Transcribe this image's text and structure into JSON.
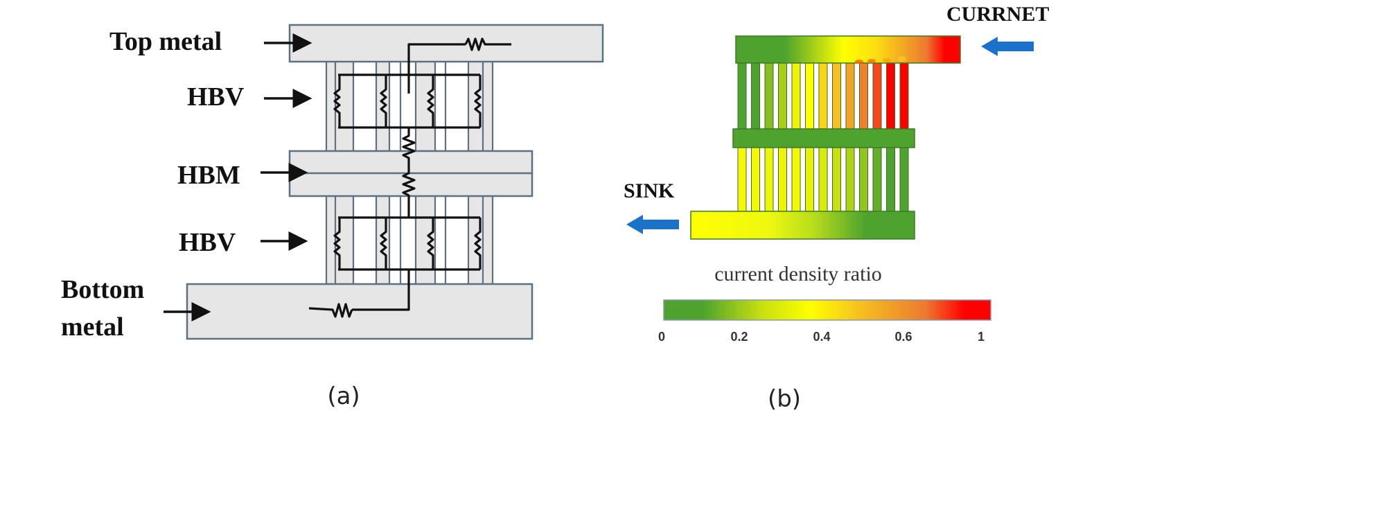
{
  "panel_a": {
    "caption": "(a)",
    "labels": {
      "top_metal": "Top metal",
      "hbv_upper": "HBV",
      "hbm": "HBM",
      "hbv_lower": "HBV",
      "bottom_metal_line1": "Bottom",
      "bottom_metal_line2": "metal"
    }
  },
  "panel_b": {
    "caption": "(b)",
    "source_label": "CURRNET",
    "sink_label": "SINK",
    "arrow_color": "#1a73c8",
    "colorbar": {
      "title": "current density ratio",
      "ticks": [
        "0",
        "0.2",
        "0.4",
        "0.6",
        "1"
      ],
      "tick_values": [
        0,
        0.2,
        0.4,
        0.6,
        1
      ],
      "stops": [
        {
          "value": 0.0,
          "color": "#4ea32e"
        },
        {
          "value": 0.12,
          "color": "#4ea32e"
        },
        {
          "value": 0.3,
          "color": "#c8e010"
        },
        {
          "value": 0.45,
          "color": "#ffff00"
        },
        {
          "value": 0.6,
          "color": "#f6c020"
        },
        {
          "value": 0.8,
          "color": "#ec7a30"
        },
        {
          "value": 0.92,
          "color": "#ff0000"
        },
        {
          "value": 1.0,
          "color": "#ff0000"
        }
      ]
    },
    "upper_hbv_ratios": [
      0.05,
      0.1,
      0.2,
      0.25,
      0.4,
      0.45,
      0.55,
      0.6,
      0.68,
      0.78,
      0.85,
      0.95,
      1.0
    ],
    "lower_hbv_ratios": [
      0.42,
      0.42,
      0.4,
      0.4,
      0.42,
      0.38,
      0.35,
      0.3,
      0.26,
      0.22,
      0.15,
      0.1,
      0.05
    ]
  }
}
